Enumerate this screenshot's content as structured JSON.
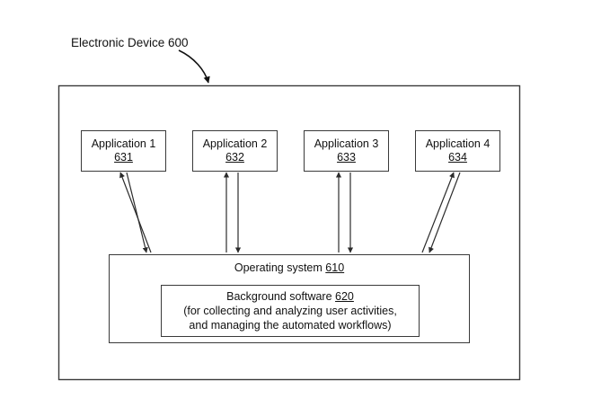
{
  "figure": {
    "title_label": "Electronic Device 600",
    "device_ref": "600",
    "pointer_icon": "curved-arrow-icon",
    "line_color": "#3a3a3a"
  },
  "applications": [
    {
      "name": "Application 1",
      "ref": "631",
      "link_style": "slanted-right",
      "link_icon": "double-arrow-icon"
    },
    {
      "name": "Application 2",
      "ref": "632",
      "link_style": "vertical",
      "link_icon": "double-arrow-icon"
    },
    {
      "name": "Application 3",
      "ref": "633",
      "link_style": "vertical",
      "link_icon": "double-arrow-icon"
    },
    {
      "name": "Application 4",
      "ref": "634",
      "link_style": "slanted-left",
      "link_icon": "double-arrow-icon"
    }
  ],
  "operating_system": {
    "title_text": "Operating system",
    "ref": "610",
    "background_software": {
      "title_text": "Background software",
      "ref": "620",
      "description_line_1": "(for collecting and analyzing user activities,",
      "description_line_2": "and managing the automated workflows)"
    }
  }
}
